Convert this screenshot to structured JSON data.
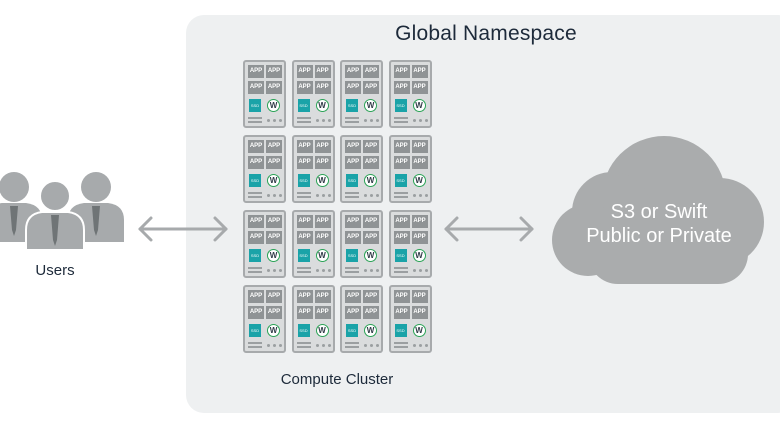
{
  "namespace": {
    "title": "Global Namespace"
  },
  "users": {
    "label": "Users"
  },
  "cluster": {
    "label": "Compute Cluster",
    "app_label": "APP",
    "ssd_label": "SSD",
    "node_logo": "W",
    "rows": 4,
    "cols": 4
  },
  "cloud": {
    "line1": "S3 or Swift",
    "line2": "Public or Private"
  },
  "colors": {
    "panel": "#eef0f1",
    "people": "#a7aaac",
    "arrow": "#a7aaac",
    "cloud": "#aaacad",
    "ssd": "#1aa3a8",
    "logo_ring": "#2aa356",
    "text": "#1d2a3a"
  }
}
